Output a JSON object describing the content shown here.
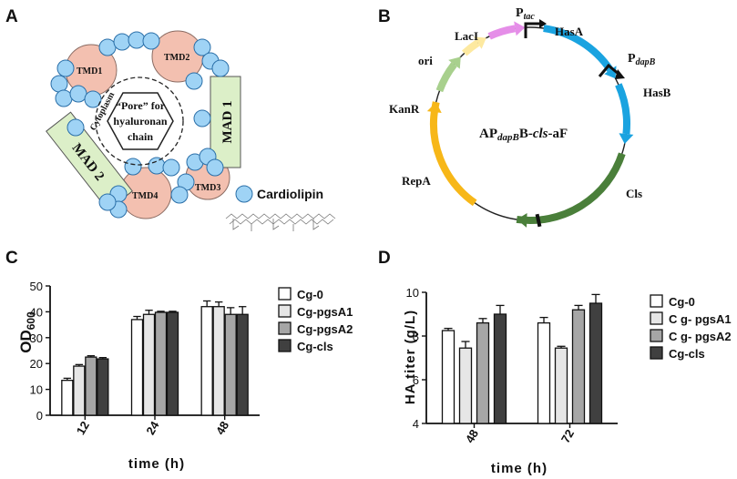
{
  "panels": {
    "a": {
      "letter": "A",
      "tmd_labels": [
        "TMD1",
        "TMD2",
        "TMD3",
        "TMD4"
      ],
      "mad1": "MAD 1",
      "mad2": "MAD 2",
      "cytoplasm": "Cytoplasm",
      "pore_line1": "“Pore” for",
      "pore_line2": "hyaluronan",
      "pore_line3": "chain",
      "cardiolipin": "Cardiolipin"
    },
    "b": {
      "letter": "B",
      "p_tac": "P",
      "p_tac_sub": "tac",
      "p_dapb": "P",
      "p_dapb_sub": "dapB",
      "genes": [
        "HasA",
        "HasB",
        "Cls",
        "RepA",
        "KanR",
        "ori",
        "LacI"
      ],
      "plasmid_a": "AP",
      "plasmid_sub": "dapB",
      "plasmid_b": "B-",
      "plasmid_cls": "cls",
      "plasmid_c": "-aF",
      "colors": {
        "hasA": "#1aa3e0",
        "hasB": "#1aa3e0",
        "cls": "#4a7f3a",
        "repA": "#f7b718",
        "kanR": "#a8d08d",
        "ori": "#fde9a0",
        "lacI": "#e58ee8"
      }
    },
    "c": {
      "letter": "C"
    },
    "d": {
      "letter": "D"
    }
  },
  "chart_data": [
    {
      "type": "bar",
      "panel": "C",
      "categories": [
        "12",
        "24",
        "48"
      ],
      "series": [
        {
          "name": "Cg-0",
          "values": [
            13.5,
            37,
            42
          ],
          "errors": [
            0.8,
            1.2,
            2.2
          ],
          "color": "#ffffff"
        },
        {
          "name": "Cg-pgsA1",
          "values": [
            19,
            39,
            42
          ],
          "errors": [
            0.6,
            1.6,
            1.8
          ],
          "color": "#e6e6e6"
        },
        {
          "name": "Cg-pgsA2",
          "values": [
            22.5,
            39.8,
            39
          ],
          "errors": [
            0.5,
            0.4,
            2.6
          ],
          "color": "#a6a6a6"
        },
        {
          "name": "Cg-cls",
          "values": [
            21.8,
            39.8,
            39
          ],
          "errors": [
            0.5,
            0.4,
            3.0
          ],
          "color": "#404040"
        }
      ],
      "xlabel": "time (h)",
      "ylabel": "OD",
      "ylabel_sub": "600",
      "ylim": [
        0,
        50
      ],
      "yticks": [
        0,
        10,
        20,
        30,
        40,
        50
      ]
    },
    {
      "type": "bar",
      "panel": "D",
      "categories": [
        "48",
        "72"
      ],
      "series": [
        {
          "name": "Cg-0",
          "values": [
            8.25,
            8.6
          ],
          "errors": [
            0.1,
            0.25
          ],
          "color": "#ffffff"
        },
        {
          "name": "C g- pgsA1",
          "values": [
            7.45,
            7.45
          ],
          "errors": [
            0.3,
            0.08
          ],
          "color": "#e6e6e6"
        },
        {
          "name": "C g- pgsA2",
          "values": [
            8.6,
            9.2
          ],
          "errors": [
            0.2,
            0.2
          ],
          "color": "#a6a6a6"
        },
        {
          "name": "Cg-cls",
          "values": [
            9.0,
            9.5
          ],
          "errors": [
            0.4,
            0.4
          ],
          "color": "#404040"
        }
      ],
      "xlabel": "time (h)",
      "ylabel": "HA titer (g/L)",
      "ylim": [
        4,
        10
      ],
      "yticks": [
        4,
        6,
        8,
        10
      ]
    }
  ]
}
